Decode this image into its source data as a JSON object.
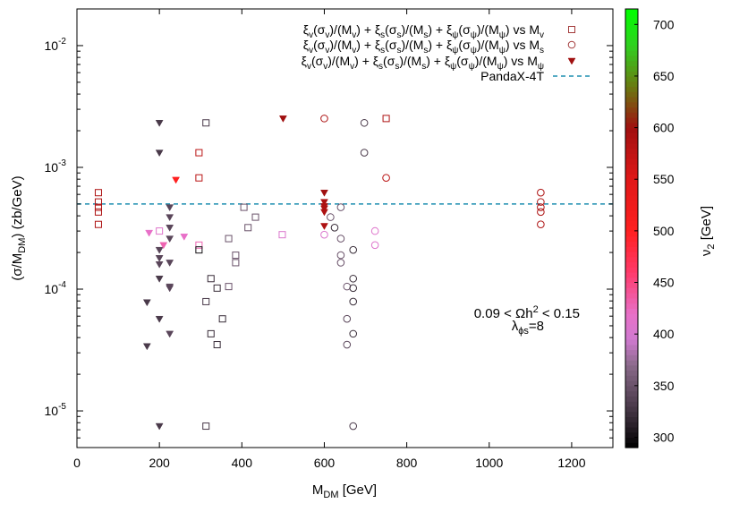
{
  "chart_data": {
    "type": "scatter",
    "title": "",
    "xlabel": "M",
    "xlabel_sub": "DM",
    "xlabel_unit": " [GeV]",
    "ylabel_pre": "(σ/M",
    "ylabel_sub": "DM",
    "ylabel_post": ") (zb/GeV)",
    "xlim": [
      0,
      1300
    ],
    "ylim": [
      5e-06,
      0.02
    ],
    "yscale": "log",
    "xticks": [
      0,
      200,
      400,
      600,
      800,
      1000,
      1200
    ],
    "yticks": [
      {
        "value": 1e-05,
        "base": "10",
        "exp": "-5"
      },
      {
        "value": 0.0001,
        "base": "10",
        "exp": "-4"
      },
      {
        "value": 0.001,
        "base": "10",
        "exp": "-3"
      },
      {
        "value": 0.01,
        "base": "10",
        "exp": "-2"
      }
    ],
    "grid": false,
    "legend_position": "top-right",
    "legend": [
      {
        "marker": "square",
        "text": "ξ_v(σ_v)/(M_v) + ξ_s(σ_s)/(M_s) + ξ_ψ(σ_ψ)/(M_ψ) vs M_v"
      },
      {
        "marker": "circle",
        "text": "ξ_v(σ_v)/(M_v) + ξ_s(σ_s)/(M_s) + ξ_ψ(σ_ψ)/(M_ψ) vs M_s"
      },
      {
        "marker": "triangle",
        "text": "ξ_v(σ_v)/(M_v) + ξ_s(σ_s)/(M_s) + ξ_ψ(σ_ψ)/(M_ψ) vs M_ψ"
      },
      {
        "marker": "dashed-line",
        "text": "PandaX-4T"
      }
    ],
    "annotation_line1": "0.09 < Ωh",
    "annotation_line1_sup": "2",
    "annotation_line1_end": " < 0.15",
    "annotation_line2": "λ",
    "annotation_line2_sub": "ϕs",
    "annotation_line2_end": "=8",
    "pandax_y": 0.0005,
    "colorbar": {
      "label": "ν",
      "label_sub": "2",
      "label_unit": " [GeV]",
      "range": [
        290,
        715
      ],
      "ticks": [
        300,
        350,
        400,
        450,
        500,
        550,
        600,
        650,
        700
      ],
      "stops": [
        {
          "v": 290,
          "color": "#000000"
        },
        {
          "v": 330,
          "color": "#4a3a4a"
        },
        {
          "v": 370,
          "color": "#8a6a8a"
        },
        {
          "v": 395,
          "color": "#d07ad0"
        },
        {
          "v": 420,
          "color": "#e870c8"
        },
        {
          "v": 460,
          "color": "#ff3a6a"
        },
        {
          "v": 500,
          "color": "#ff2020"
        },
        {
          "v": 550,
          "color": "#e01818"
        },
        {
          "v": 600,
          "color": "#a01010"
        },
        {
          "v": 640,
          "color": "#6a7a10"
        },
        {
          "v": 680,
          "color": "#30d020"
        },
        {
          "v": 715,
          "color": "#00ff00"
        }
      ]
    },
    "series": [
      {
        "marker": "square",
        "points": [
          {
            "x": 52,
            "y": 0.00062,
            "c": 590
          },
          {
            "x": 52,
            "y": 0.00052,
            "c": 590
          },
          {
            "x": 52,
            "y": 0.00047,
            "c": 590
          },
          {
            "x": 52,
            "y": 0.00043,
            "c": 590
          },
          {
            "x": 52,
            "y": 0.00034,
            "c": 590
          },
          {
            "x": 200,
            "y": 0.0003,
            "c": 410
          },
          {
            "x": 296,
            "y": 0.00132,
            "c": 580
          },
          {
            "x": 296,
            "y": 0.00082,
            "c": 580
          },
          {
            "x": 296,
            "y": 0.00023,
            "c": 430
          },
          {
            "x": 296,
            "y": 0.00021,
            "c": 300
          },
          {
            "x": 313,
            "y": 0.00232,
            "c": 330
          },
          {
            "x": 313,
            "y": 7.9e-05,
            "c": 330
          },
          {
            "x": 313,
            "y": 7.5e-06,
            "c": 330
          },
          {
            "x": 325,
            "y": 0.000122,
            "c": 320
          },
          {
            "x": 325,
            "y": 4.3e-05,
            "c": 320
          },
          {
            "x": 340,
            "y": 0.000102,
            "c": 320
          },
          {
            "x": 340,
            "y": 3.5e-05,
            "c": 320
          },
          {
            "x": 353,
            "y": 5.7e-05,
            "c": 320
          },
          {
            "x": 368,
            "y": 0.00026,
            "c": 350
          },
          {
            "x": 368,
            "y": 0.000105,
            "c": 350
          },
          {
            "x": 385,
            "y": 0.00019,
            "c": 350
          },
          {
            "x": 385,
            "y": 0.000165,
            "c": 350
          },
          {
            "x": 405,
            "y": 0.00047,
            "c": 350
          },
          {
            "x": 415,
            "y": 0.00032,
            "c": 350
          },
          {
            "x": 433,
            "y": 0.00039,
            "c": 350
          },
          {
            "x": 498,
            "y": 0.00028,
            "c": 405
          },
          {
            "x": 750,
            "y": 0.00252,
            "c": 590
          }
        ]
      },
      {
        "marker": "circle",
        "points": [
          {
            "x": 600,
            "y": 0.00252,
            "c": 590
          },
          {
            "x": 600,
            "y": 0.00028,
            "c": 405
          },
          {
            "x": 615,
            "y": 0.00039,
            "c": 350
          },
          {
            "x": 625,
            "y": 0.00032,
            "c": 320
          },
          {
            "x": 640,
            "y": 0.00047,
            "c": 350
          },
          {
            "x": 640,
            "y": 0.00026,
            "c": 350
          },
          {
            "x": 640,
            "y": 0.00019,
            "c": 350
          },
          {
            "x": 640,
            "y": 0.000165,
            "c": 350
          },
          {
            "x": 655,
            "y": 0.000105,
            "c": 350
          },
          {
            "x": 655,
            "y": 5.7e-05,
            "c": 340
          },
          {
            "x": 655,
            "y": 3.5e-05,
            "c": 340
          },
          {
            "x": 670,
            "y": 0.00021,
            "c": 320
          },
          {
            "x": 670,
            "y": 0.000122,
            "c": 320
          },
          {
            "x": 670,
            "y": 0.000102,
            "c": 320
          },
          {
            "x": 670,
            "y": 7.9e-05,
            "c": 320
          },
          {
            "x": 670,
            "y": 4.3e-05,
            "c": 320
          },
          {
            "x": 670,
            "y": 7.5e-06,
            "c": 330
          },
          {
            "x": 697,
            "y": 0.00232,
            "c": 330
          },
          {
            "x": 697,
            "y": 0.00132,
            "c": 330
          },
          {
            "x": 723,
            "y": 0.0003,
            "c": 410
          },
          {
            "x": 723,
            "y": 0.00023,
            "c": 410
          },
          {
            "x": 750,
            "y": 0.00082,
            "c": 580
          },
          {
            "x": 1125,
            "y": 0.00062,
            "c": 590
          },
          {
            "x": 1125,
            "y": 0.00052,
            "c": 590
          },
          {
            "x": 1125,
            "y": 0.00047,
            "c": 590
          },
          {
            "x": 1125,
            "y": 0.00043,
            "c": 590
          },
          {
            "x": 1125,
            "y": 0.00034,
            "c": 590
          }
        ]
      },
      {
        "marker": "triangle",
        "points": [
          {
            "x": 170,
            "y": 7.8e-05,
            "c": 330
          },
          {
            "x": 170,
            "y": 3.4e-05,
            "c": 330
          },
          {
            "x": 175,
            "y": 0.00029,
            "c": 420
          },
          {
            "x": 200,
            "y": 0.00232,
            "c": 330
          },
          {
            "x": 200,
            "y": 0.00132,
            "c": 330
          },
          {
            "x": 200,
            "y": 0.00021,
            "c": 340
          },
          {
            "x": 200,
            "y": 0.00018,
            "c": 340
          },
          {
            "x": 200,
            "y": 0.00016,
            "c": 340
          },
          {
            "x": 200,
            "y": 0.000122,
            "c": 330
          },
          {
            "x": 200,
            "y": 5.7e-05,
            "c": 330
          },
          {
            "x": 200,
            "y": 7.5e-06,
            "c": 330
          },
          {
            "x": 210,
            "y": 0.00023,
            "c": 430
          },
          {
            "x": 225,
            "y": 0.00047,
            "c": 340
          },
          {
            "x": 225,
            "y": 0.00039,
            "c": 340
          },
          {
            "x": 225,
            "y": 0.00032,
            "c": 340
          },
          {
            "x": 225,
            "y": 0.00026,
            "c": 340
          },
          {
            "x": 225,
            "y": 0.000165,
            "c": 340
          },
          {
            "x": 225,
            "y": 0.000105,
            "c": 340
          },
          {
            "x": 225,
            "y": 0.000102,
            "c": 340
          },
          {
            "x": 225,
            "y": 4.3e-05,
            "c": 340
          },
          {
            "x": 240,
            "y": 0.00079,
            "c": 500
          },
          {
            "x": 260,
            "y": 0.00027,
            "c": 420
          },
          {
            "x": 500,
            "y": 0.00252,
            "c": 600
          },
          {
            "x": 600,
            "y": 0.00062,
            "c": 600
          },
          {
            "x": 600,
            "y": 0.00052,
            "c": 590
          },
          {
            "x": 600,
            "y": 0.00048,
            "c": 590
          },
          {
            "x": 600,
            "y": 0.00046,
            "c": 590
          },
          {
            "x": 600,
            "y": 0.00043,
            "c": 590
          },
          {
            "x": 600,
            "y": 0.00033,
            "c": 590
          }
        ]
      }
    ]
  }
}
